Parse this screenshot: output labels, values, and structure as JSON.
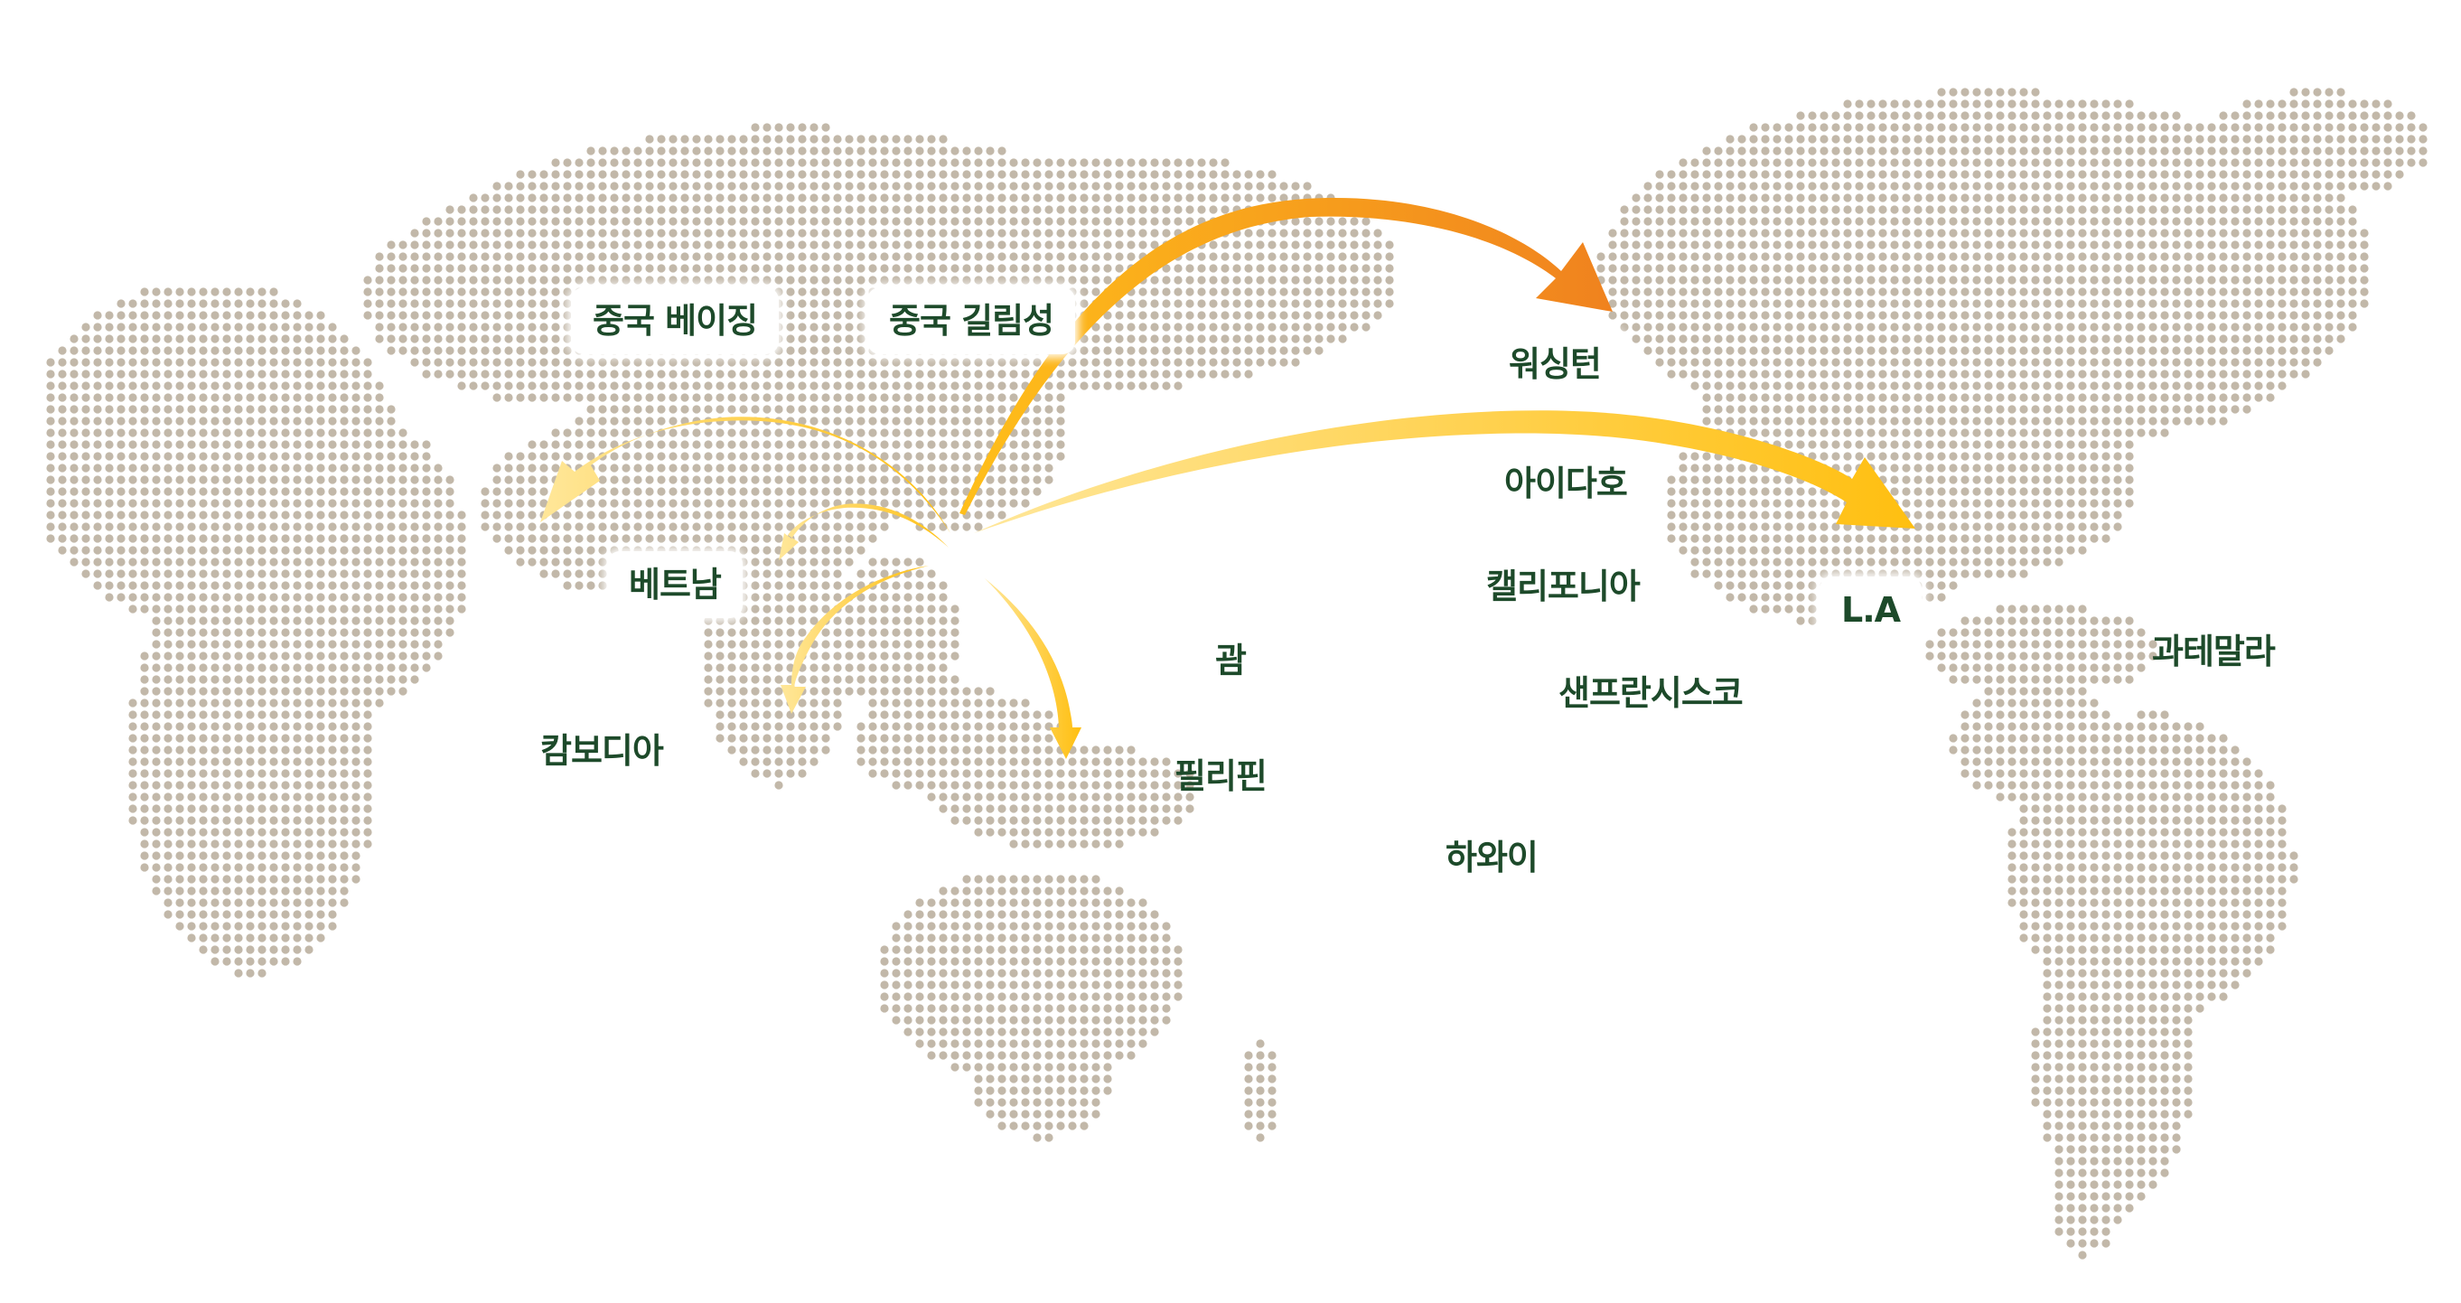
{
  "colors": {
    "land_dot": "#c2b8a9",
    "label_text": "#1d4a2a",
    "arrow_main_start": "#ffbf1a",
    "arrow_main_end": "#f0821e",
    "arrow_light_start": "#ffe79a",
    "arrow_light_end": "#ffbf10"
  },
  "labels": {
    "beijing": "중국 베이징",
    "jilin": "중국 길림성",
    "vietnam": "베트남",
    "cambodia": "캄보디아",
    "guam": "괌",
    "philippines": "필리핀",
    "washington": "워싱턴",
    "idaho": "아이다호",
    "california": "캘리포니아",
    "san_francisco": "샌프란시스코",
    "la": "L.A",
    "hawaii": "하와이",
    "guatemala": "과테말라"
  }
}
